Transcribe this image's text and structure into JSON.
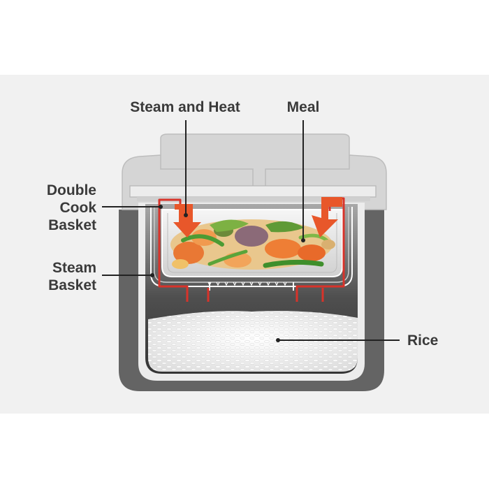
{
  "labels": {
    "steam_and_heat": "Steam and Heat",
    "meal": "Meal",
    "double_cook_basket": [
      "Double",
      "Cook",
      "Basket"
    ],
    "steam_basket": [
      "Steam",
      "Basket"
    ],
    "rice": "Rice"
  },
  "colors": {
    "panel_background": "#f1f1f1",
    "cooker_body": "#646464",
    "lid": "#d3d3d3",
    "inner_pot": "#ececec",
    "rice": "#f4f4f4",
    "steam_arrow": "#e8572a",
    "steam_line": "#d8332a",
    "label_text": "#3a3a3a",
    "leader_line": "#222222"
  }
}
